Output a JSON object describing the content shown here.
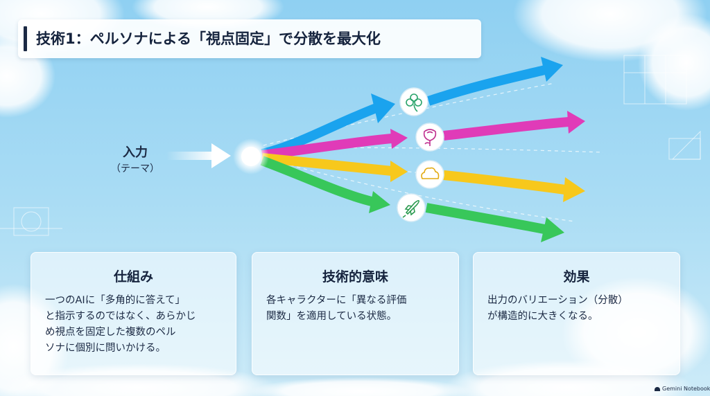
{
  "title": "技術1：ペルソナによる「視点固定」で分散を最大化",
  "input": {
    "label": "入力",
    "sublabel": "（テーマ）"
  },
  "branches": [
    {
      "icon": "clover-icon",
      "color": "#1aa3ee"
    },
    {
      "icon": "rose-icon",
      "color": "#e03bb8"
    },
    {
      "icon": "cloud-icon",
      "color": "#f7c81c"
    },
    {
      "icon": "rocket-icon",
      "color": "#38c75a"
    }
  ],
  "cards": [
    {
      "title": "仕組み",
      "lines": [
        "一つのAIに「多角的に答えて」",
        "と指示するのではなく、あらかじ",
        "め視点を固定した複数のペル",
        "ソナに個別に問いかける。"
      ]
    },
    {
      "title": "技術的意味",
      "lines": [
        "各キャラクターに「異なる評価",
        "関数」を適用している状態。"
      ]
    },
    {
      "title": "効果",
      "lines": [
        "出力のバリエーション（分散）",
        "が構造的に大きくなる。"
      ]
    }
  ],
  "footer": "Gemini Notebook"
}
